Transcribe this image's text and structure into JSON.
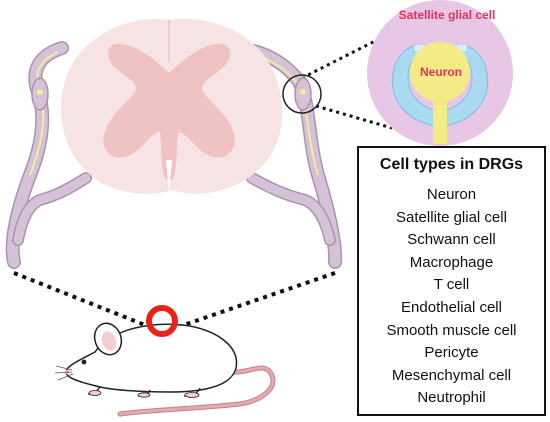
{
  "labels": {
    "satellite_glial_cell": "Satellite glial cell",
    "neuron": "Neuron"
  },
  "cell_types_box": {
    "title": "Cell types in DRGs",
    "items": [
      "Neuron",
      "Satellite glial cell",
      "Schwann cell",
      "Macrophage",
      "T cell",
      "Endothelial cell",
      "Smooth muscle cell",
      "Pericyte",
      "Mesenchymal cell",
      "Neutrophil"
    ]
  },
  "colors": {
    "spinal_cord_white_matter": "#f6e4e4",
    "spinal_cord_gray_matter": "#efc3c4",
    "nerve_root": "#d5c2d8",
    "nerve_fiber": "#f2ec98",
    "zoom_circle_bg": "#e8c6e6",
    "satellite_glial": "#a9daf2",
    "neuron": "#f3ec86",
    "neuron_label": "#e8315b",
    "satellite_label": "#e8315b",
    "marker_ring": "#e8221b",
    "mouse_tail": "#e7a9ad"
  }
}
